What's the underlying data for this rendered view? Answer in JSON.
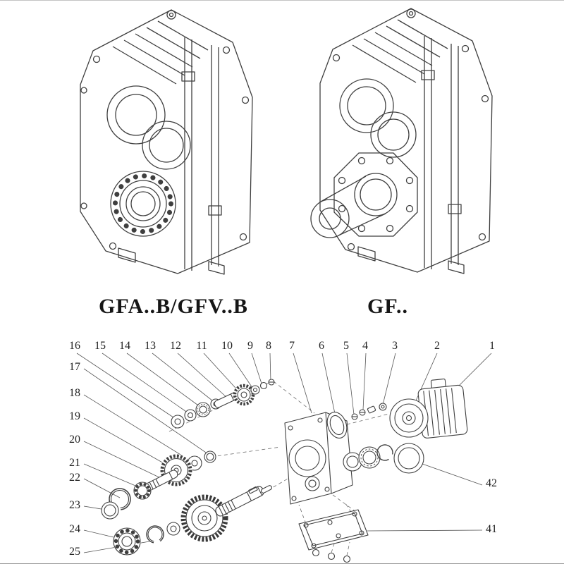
{
  "captions": {
    "left_model": "GFA..B/GFV..B",
    "right_model": "GF.."
  },
  "callouts": {
    "top_row": [
      "16",
      "15",
      "14",
      "13",
      "12",
      "11",
      "10",
      "9",
      "8",
      "7",
      "6",
      "5",
      "4",
      "3",
      "2",
      "1"
    ],
    "left_column": [
      "17",
      "18",
      "19",
      "20",
      "21",
      "22",
      "23",
      "24",
      "25"
    ],
    "right_column": [
      "42",
      "41"
    ]
  },
  "colors": {
    "line": "#3f3f3f",
    "text": "#161616",
    "background": "#ffffff"
  }
}
